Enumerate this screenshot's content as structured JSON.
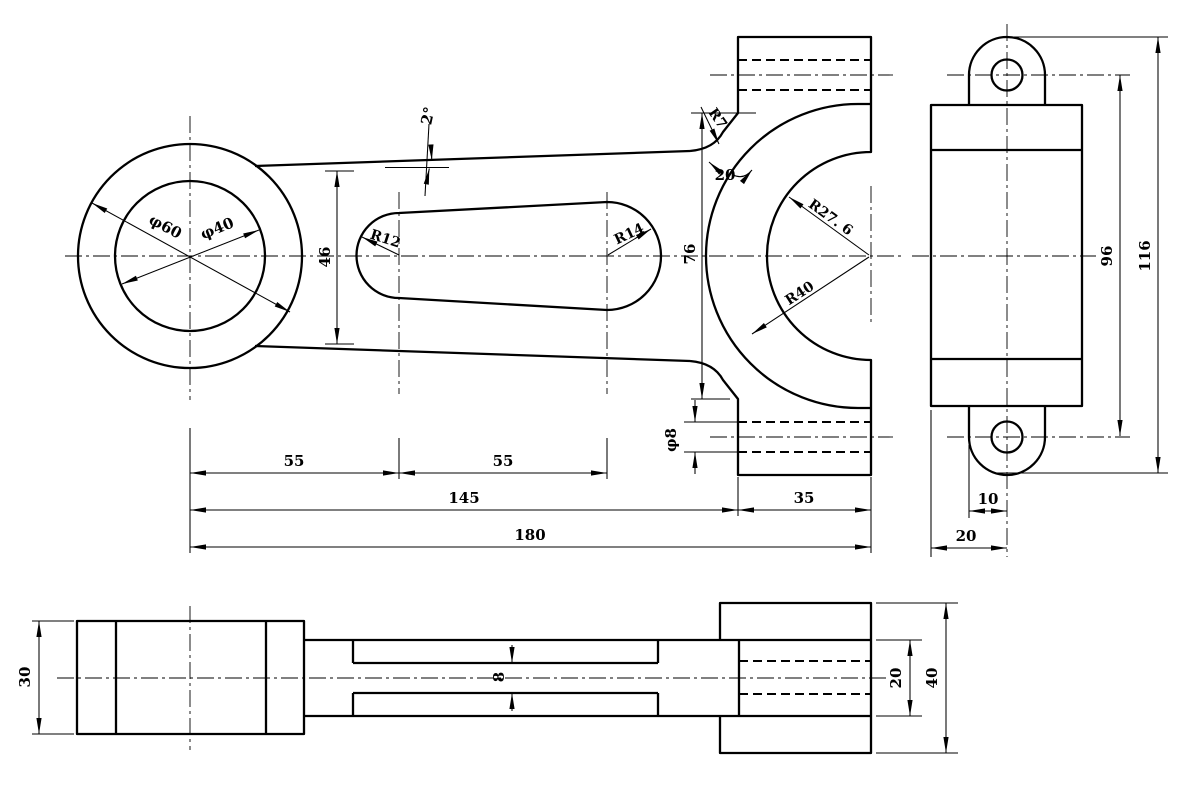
{
  "drawing": {
    "background_color": "#ffffff",
    "line_color": "#000000",
    "front_view": {
      "dims": {
        "d60": "φ60",
        "d40": "φ40",
        "h46": "46",
        "r12": "R12",
        "a2": "2°",
        "r14": "R14",
        "r7": "R7",
        "w20": "20",
        "h76": "76",
        "r27": "R27. 6",
        "r40": "R40",
        "d8": "φ8",
        "l55a": "55",
        "l55b": "55",
        "l145": "145",
        "l35": "35",
        "l180": "180"
      }
    },
    "side_view": {
      "dims": {
        "h96": "96",
        "h116": "116",
        "w10": "10",
        "w20": "20"
      }
    },
    "bottom_view": {
      "dims": {
        "t30": "30",
        "s8": "8",
        "t20": "20",
        "w40": "40"
      }
    }
  }
}
